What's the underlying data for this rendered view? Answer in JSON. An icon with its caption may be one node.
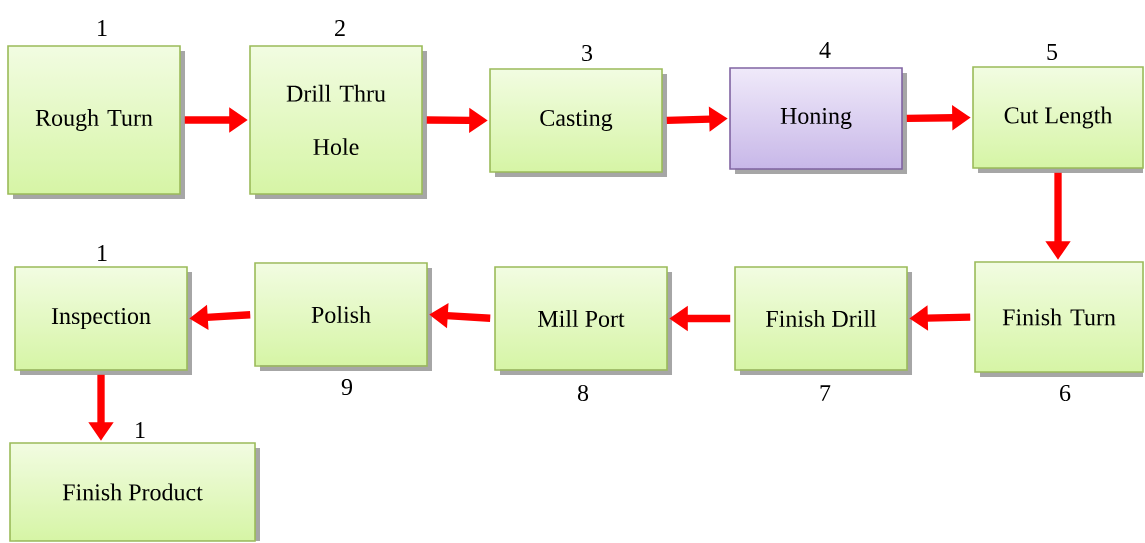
{
  "diagram": {
    "nodes": [
      {
        "text": [
          "Rough Turn"
        ],
        "beside": [
          "1"
        ]
      },
      {
        "text": [
          "Drill Thru Hole"
        ],
        "beside": [
          "2"
        ]
      },
      {
        "text": [
          "Casting"
        ],
        "beside": [
          "3"
        ]
      },
      {
        "text": [
          "Honing"
        ],
        "beside": [
          "4"
        ]
      },
      {
        "text": [
          "Cut Length"
        ],
        "beside": [
          "5"
        ]
      },
      {
        "text": [
          "Finish Turn"
        ],
        "beside": [
          "6"
        ]
      },
      {
        "text": [
          "Finish Drill"
        ],
        "beside": [
          "7"
        ]
      },
      {
        "text": [
          "Mill Port"
        ],
        "beside": [
          "8"
        ]
      },
      {
        "text": [
          "Polish"
        ],
        "beside": [
          "9"
        ]
      },
      {
        "text": [
          "Inspection"
        ],
        "beside": [
          "1"
        ]
      },
      {
        "text": [
          "Finish Product"
        ],
        "beside": [
          "1"
        ]
      }
    ],
    "edges": [
      {
        "from": 0,
        "to": 1,
        "arrow": "to"
      },
      {
        "from": 1,
        "to": 2,
        "arrow": "to"
      },
      {
        "from": 2,
        "to": 3,
        "arrow": "to"
      },
      {
        "from": 3,
        "to": 4,
        "arrow": "to"
      },
      {
        "from": 4,
        "to": 5,
        "arrow": "to"
      },
      {
        "from": 5,
        "to": 6,
        "arrow": "to"
      },
      {
        "from": 6,
        "to": 7,
        "arrow": "to"
      },
      {
        "from": 7,
        "to": 8,
        "arrow": "to"
      },
      {
        "from": 8,
        "to": 9,
        "arrow": "to"
      },
      {
        "from": 9,
        "to": 10,
        "arrow": "to"
      }
    ]
  }
}
